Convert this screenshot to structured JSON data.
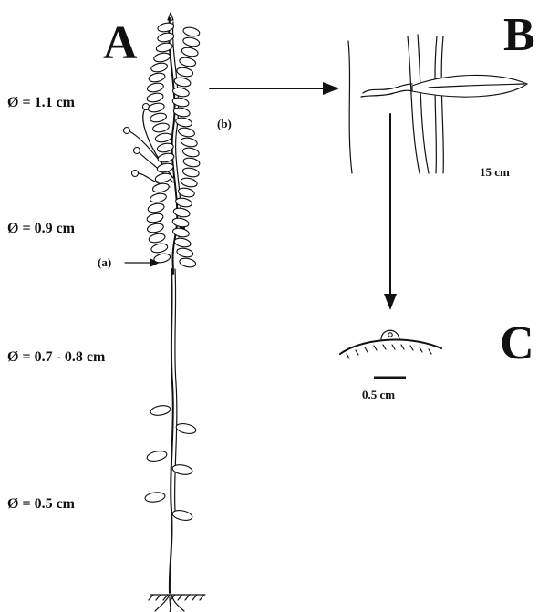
{
  "panels": {
    "a": "A",
    "b": "B",
    "c": "C"
  },
  "diameter_labels": [
    "Ø = 1.1 cm",
    "Ø = 0.9 cm",
    "Ø = 0.7 - 0.8 cm",
    "Ø = 0.5 cm"
  ],
  "markers": {
    "a": "(a)",
    "b": "(b)"
  },
  "scales": {
    "b": "15 cm",
    "c": "0.5 cm"
  }
}
